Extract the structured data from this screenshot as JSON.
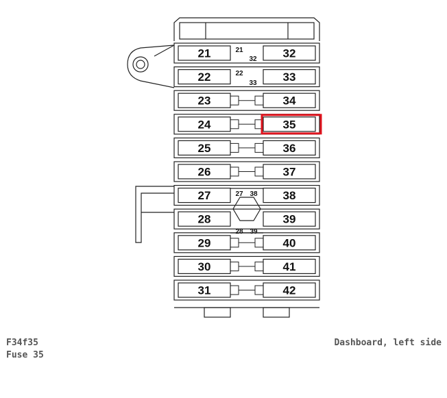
{
  "diagram": {
    "left_column": [
      "21",
      "22",
      "23",
      "24",
      "25",
      "26",
      "27",
      "28",
      "29",
      "30",
      "31"
    ],
    "right_column": [
      "32",
      "33",
      "34",
      "35",
      "36",
      "37",
      "38",
      "39",
      "40",
      "41",
      "42"
    ],
    "center_labels": [
      {
        "a": "21",
        "b": "32"
      },
      {
        "a": "22",
        "b": "33"
      },
      {
        "a": "27",
        "b": "38"
      },
      {
        "a": "28",
        "b": "39"
      }
    ],
    "highlighted_fuse": "35",
    "highlight_color": "#e0141e",
    "line_color": "#222222"
  },
  "caption": {
    "code": "F34f35",
    "name": "Fuse 35",
    "location": "Dashboard, left side"
  }
}
